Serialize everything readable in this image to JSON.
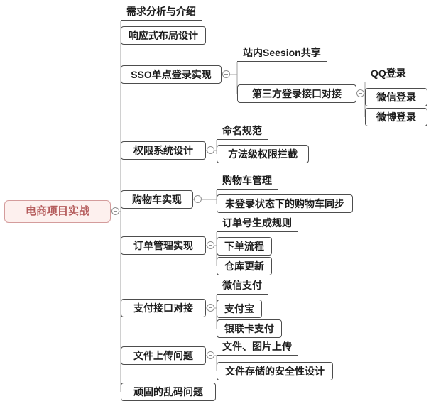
{
  "root": {
    "label": "电商项目实战"
  },
  "branches": [
    {
      "label": "需求分析与介绍"
    },
    {
      "label": "响应式布局设计"
    },
    {
      "label": "SSO单点登录实现",
      "children": [
        {
          "label": "站内Seesion共享"
        },
        {
          "label": "第三方登录接口对接",
          "children": [
            {
              "label": "QQ登录"
            },
            {
              "label": "微信登录"
            },
            {
              "label": "微博登录"
            }
          ]
        }
      ]
    },
    {
      "label": "权限系统设计",
      "children": [
        {
          "label": "命名规范"
        },
        {
          "label": "方法级权限拦截"
        }
      ]
    },
    {
      "label": "购物车实现",
      "children": [
        {
          "label": "购物车管理"
        },
        {
          "label": "未登录状态下的购物车同步"
        }
      ]
    },
    {
      "label": "订单管理实现",
      "children": [
        {
          "label": "订单号生成规则"
        },
        {
          "label": "下单流程"
        },
        {
          "label": "仓库更新"
        }
      ]
    },
    {
      "label": "支付接口对接",
      "children": [
        {
          "label": "微信支付"
        },
        {
          "label": "支付宝"
        },
        {
          "label": "银联卡支付"
        }
      ]
    },
    {
      "label": "文件上传问题",
      "children": [
        {
          "label": "文件、图片上传"
        },
        {
          "label": "文件存储的安全性设计"
        }
      ]
    },
    {
      "label": "顽固的乱码问题"
    }
  ],
  "colors": {
    "root_border": "#d49c9c",
    "root_background": "#fdf0ee",
    "root_text": "#b55c5c",
    "topic_border": "#4d4d4d",
    "topic_text": "#1c1c1c",
    "connector": "#a0a0a0",
    "canvas_background": "#ffffff"
  }
}
